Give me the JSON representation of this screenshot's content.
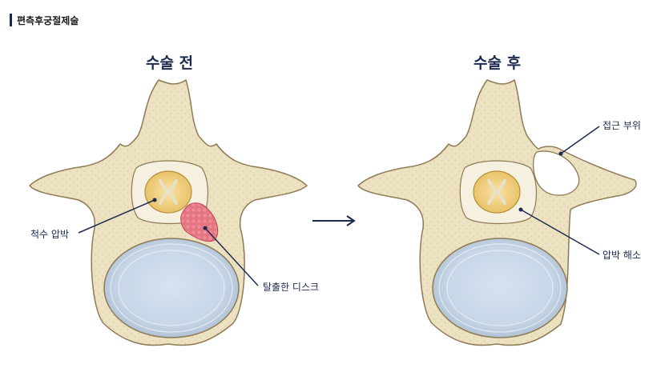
{
  "header": {
    "title": "편측후궁절제술"
  },
  "panels": {
    "before": {
      "title": "수술 전",
      "labels": {
        "spinal_cord": "척수 압박",
        "disc": "탈출한 디스크"
      }
    },
    "after": {
      "title": "수술 후",
      "labels": {
        "approach": "접근 부위",
        "relief": "압박 해소"
      }
    }
  },
  "colors": {
    "bone": "#ece2c2",
    "bone_stroke": "#8e7a55",
    "disc": "#c9d9ea",
    "cord": "#f2d488",
    "herniation": "#e8727c",
    "accent": "#1d2a4f"
  }
}
